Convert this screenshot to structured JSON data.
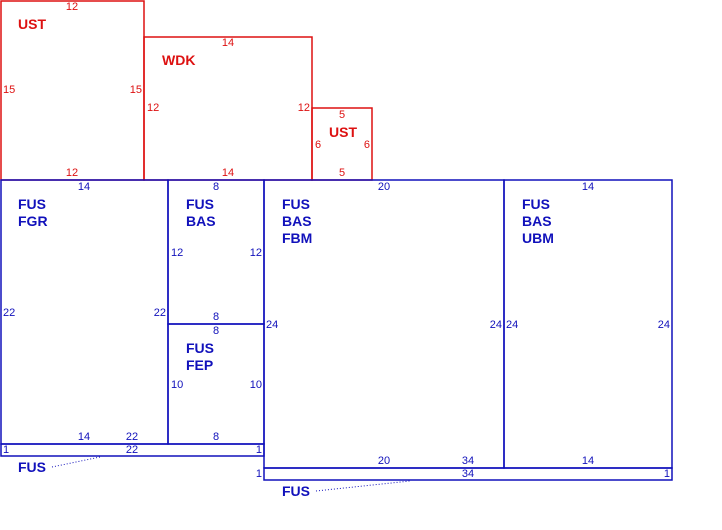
{
  "colors": {
    "upper": "#dd1111",
    "lower": "#1111bb"
  },
  "ust_left": {
    "label": "UST",
    "dim_top": "12",
    "dim_left": "15",
    "dim_right": "15",
    "dim_bottom": "12"
  },
  "wdk": {
    "label": "WDK",
    "dim_top": "14",
    "dim_left": "12",
    "dim_right": "12",
    "dim_bottom": "14"
  },
  "ust_small": {
    "label": "UST",
    "dim_top": "5",
    "dim_left": "6",
    "dim_right": "6",
    "dim_bottom": "5"
  },
  "fus_fgr": {
    "line1": "FUS",
    "line2": "FGR",
    "dim_top": "14",
    "dim_left": "22",
    "dim_right": "22",
    "dim_bottom": "14",
    "dim_bottom_right": "22"
  },
  "fus_bas_small": {
    "line1": "FUS",
    "line2": "BAS",
    "dim_top": "8",
    "dim_left": "12",
    "dim_right": "12",
    "dim_bottom": "8"
  },
  "fus_fep": {
    "line1": "FUS",
    "line2": "FEP",
    "dim_top": "8",
    "dim_left": "10",
    "dim_right": "10",
    "dim_bottom": "8"
  },
  "fus_bas_fbm": {
    "line1": "FUS",
    "line2": "BAS",
    "line3": "FBM",
    "dim_top": "20",
    "dim_left": "24",
    "dim_right": "24",
    "dim_bottom": "20",
    "dim_bottom_right": "34"
  },
  "fus_bas_ubm": {
    "line1": "FUS",
    "line2": "BAS",
    "line3": "UBM",
    "dim_top": "14",
    "dim_left": "24",
    "dim_right": "24",
    "dim_bottom": "14"
  },
  "strip_left": {
    "label": "FUS",
    "dim_length": "22",
    "dim_left": "1",
    "dim_right": "1"
  },
  "strip_right": {
    "label": "FUS",
    "dim_length": "34",
    "dim_left": "1",
    "dim_right": "1"
  }
}
